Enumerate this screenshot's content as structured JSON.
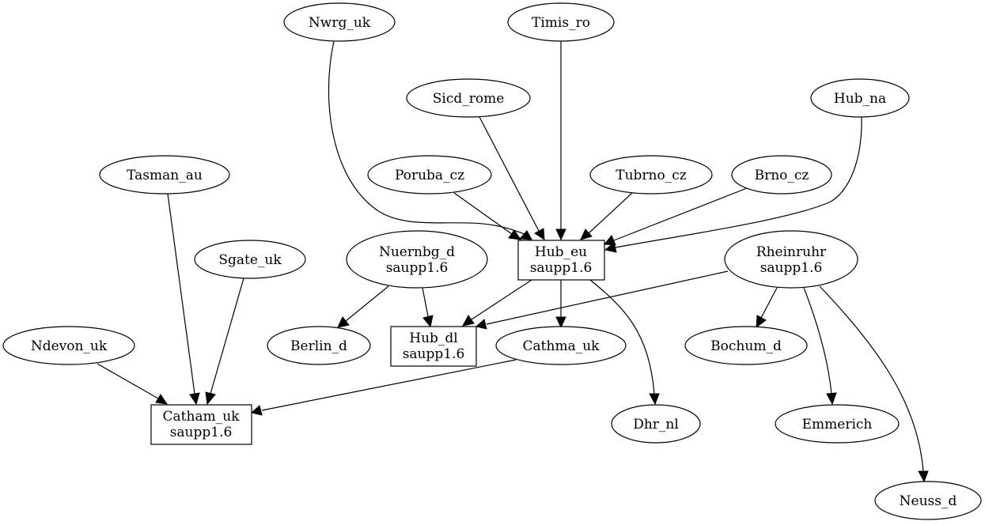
{
  "nodes": {
    "nwrg_uk": {
      "label": "Nwrg_uk"
    },
    "timis_ro": {
      "label": "Timis_ro"
    },
    "sicd_rome": {
      "label": "Sicd_rome"
    },
    "hub_na": {
      "label": "Hub_na"
    },
    "tasman_au": {
      "label": "Tasman_au"
    },
    "poruba_cz": {
      "label": "Poruba_cz"
    },
    "tubrno_cz": {
      "label": "Tubrno_cz"
    },
    "brno_cz": {
      "label": "Brno_cz"
    },
    "sgate_uk": {
      "label": "Sgate_uk"
    },
    "nuernbg_d": {
      "label": "Nuernbg_d",
      "sublabel": "saupp1.6"
    },
    "hub_eu": {
      "label": "Hub_eu",
      "sublabel": "saupp1.6"
    },
    "rheinruhr": {
      "label": "Rheinruhr",
      "sublabel": "saupp1.6"
    },
    "ndevon_uk": {
      "label": "Ndevon_uk"
    },
    "berlin_d": {
      "label": "Berlin_d"
    },
    "hub_dl": {
      "label": "Hub_dl",
      "sublabel": "saupp1.6"
    },
    "cathma_uk": {
      "label": "Cathma_uk"
    },
    "bochum_d": {
      "label": "Bochum_d"
    },
    "catham_uk": {
      "label": "Catham_uk",
      "sublabel": "saupp1.6"
    },
    "dhr_nl": {
      "label": "Dhr_nl"
    },
    "emmerich": {
      "label": "Emmerich"
    },
    "neuss_d": {
      "label": "Neuss_d"
    }
  },
  "edges": [
    {
      "from": "Nwrg_uk",
      "to": "Hub_eu"
    },
    {
      "from": "Timis_ro",
      "to": "Hub_eu"
    },
    {
      "from": "Sicd_rome",
      "to": "Hub_eu"
    },
    {
      "from": "Poruba_cz",
      "to": "Hub_eu"
    },
    {
      "from": "Tubrno_cz",
      "to": "Hub_eu"
    },
    {
      "from": "Brno_cz",
      "to": "Hub_eu"
    },
    {
      "from": "Hub_na",
      "to": "Hub_eu"
    },
    {
      "from": "Hub_eu",
      "to": "Hub_dl"
    },
    {
      "from": "Hub_eu",
      "to": "Cathma_uk"
    },
    {
      "from": "Hub_eu",
      "to": "Dhr_nl"
    },
    {
      "from": "Nuernbg_d",
      "to": "Berlin_d"
    },
    {
      "from": "Nuernbg_d",
      "to": "Hub_dl"
    },
    {
      "from": "Rheinruhr",
      "to": "Hub_dl"
    },
    {
      "from": "Rheinruhr",
      "to": "Bochum_d"
    },
    {
      "from": "Rheinruhr",
      "to": "Emmerich"
    },
    {
      "from": "Rheinruhr",
      "to": "Neuss_d"
    },
    {
      "from": "Cathma_uk",
      "to": "Catham_uk"
    },
    {
      "from": "Tasman_au",
      "to": "Catham_uk"
    },
    {
      "from": "Sgate_uk",
      "to": "Catham_uk"
    },
    {
      "from": "Ndevon_uk",
      "to": "Catham_uk"
    }
  ]
}
